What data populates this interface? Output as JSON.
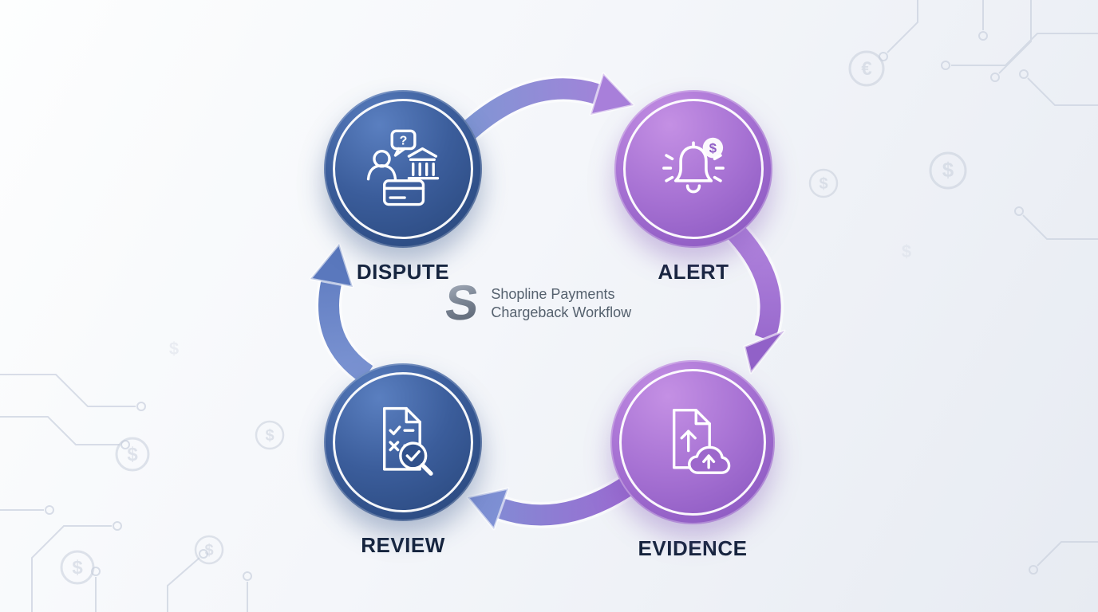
{
  "brand": {
    "logo_letter": "S",
    "line1": "Shopline Payments",
    "line2": "Chargeback Workflow"
  },
  "nodes": [
    {
      "id": "dispute",
      "label": "DISPUTE",
      "icon": "customer-bank-dispute-icon",
      "bubble_symbol": "?",
      "color": "blue"
    },
    {
      "id": "alert",
      "label": "ALERT",
      "icon": "notification-bell-icon",
      "badge_symbol": "$",
      "color": "purple"
    },
    {
      "id": "evidence",
      "label": "EVIDENCE",
      "icon": "document-upload-cloud-icon",
      "color": "purple"
    },
    {
      "id": "review",
      "label": "REVIEW",
      "icon": "document-review-magnifier-icon",
      "color": "blue"
    }
  ],
  "arrows": [
    {
      "from": "DISPUTE",
      "to": "ALERT"
    },
    {
      "from": "ALERT",
      "to": "EVIDENCE"
    },
    {
      "from": "EVIDENCE",
      "to": "REVIEW"
    },
    {
      "from": "REVIEW",
      "to": "DISPUTE"
    }
  ],
  "background": {
    "euro_symbol": "€",
    "dollar_symbol": "$"
  },
  "colors": {
    "node_blue_start": "#5a7fc0",
    "node_blue_end": "#2b4a80",
    "node_purple_start": "#c490e4",
    "node_purple_end": "#8d5ac2",
    "arrow_blue": "#5a78bd",
    "arrow_purple": "#9c6bd2",
    "label_text": "#16243d",
    "brand_text": "#55616e"
  }
}
